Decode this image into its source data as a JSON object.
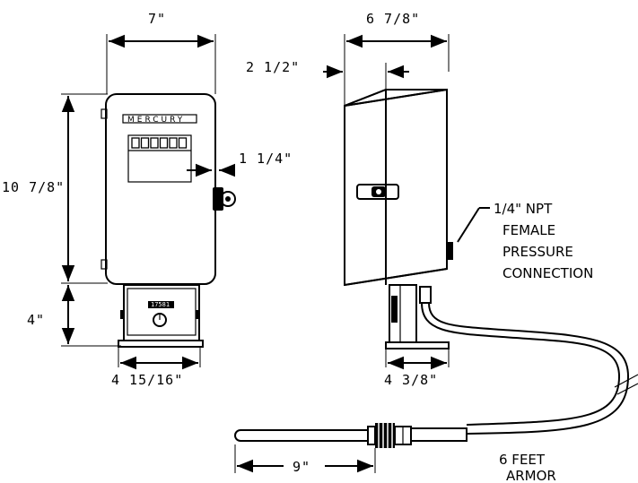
{
  "front_view": {
    "width_dim": "7\"",
    "height_dim": "10 7/8\"",
    "base_height_dim": "4\"",
    "base_width_dim": "4 15/16\"",
    "knob_offset_dim": "1 1/4\"",
    "brand": "MERCURY",
    "plate_label": "17581",
    "counter_digits": 6
  },
  "side_view": {
    "depth_dim": "6 7/8\"",
    "offset_dim": "2 1/2\"",
    "base_width_dim": "4 3/8\""
  },
  "connection": {
    "line1": "1/4\" NPT",
    "line2": "FEMALE",
    "line3": "PRESSURE",
    "line4": "CONNECTION"
  },
  "probe": {
    "length_dim": "9\"",
    "armor_line1": "6 FEET",
    "armor_line2": "ARMOR"
  },
  "colors": {
    "ink": "#000000",
    "paper": "#ffffff"
  }
}
